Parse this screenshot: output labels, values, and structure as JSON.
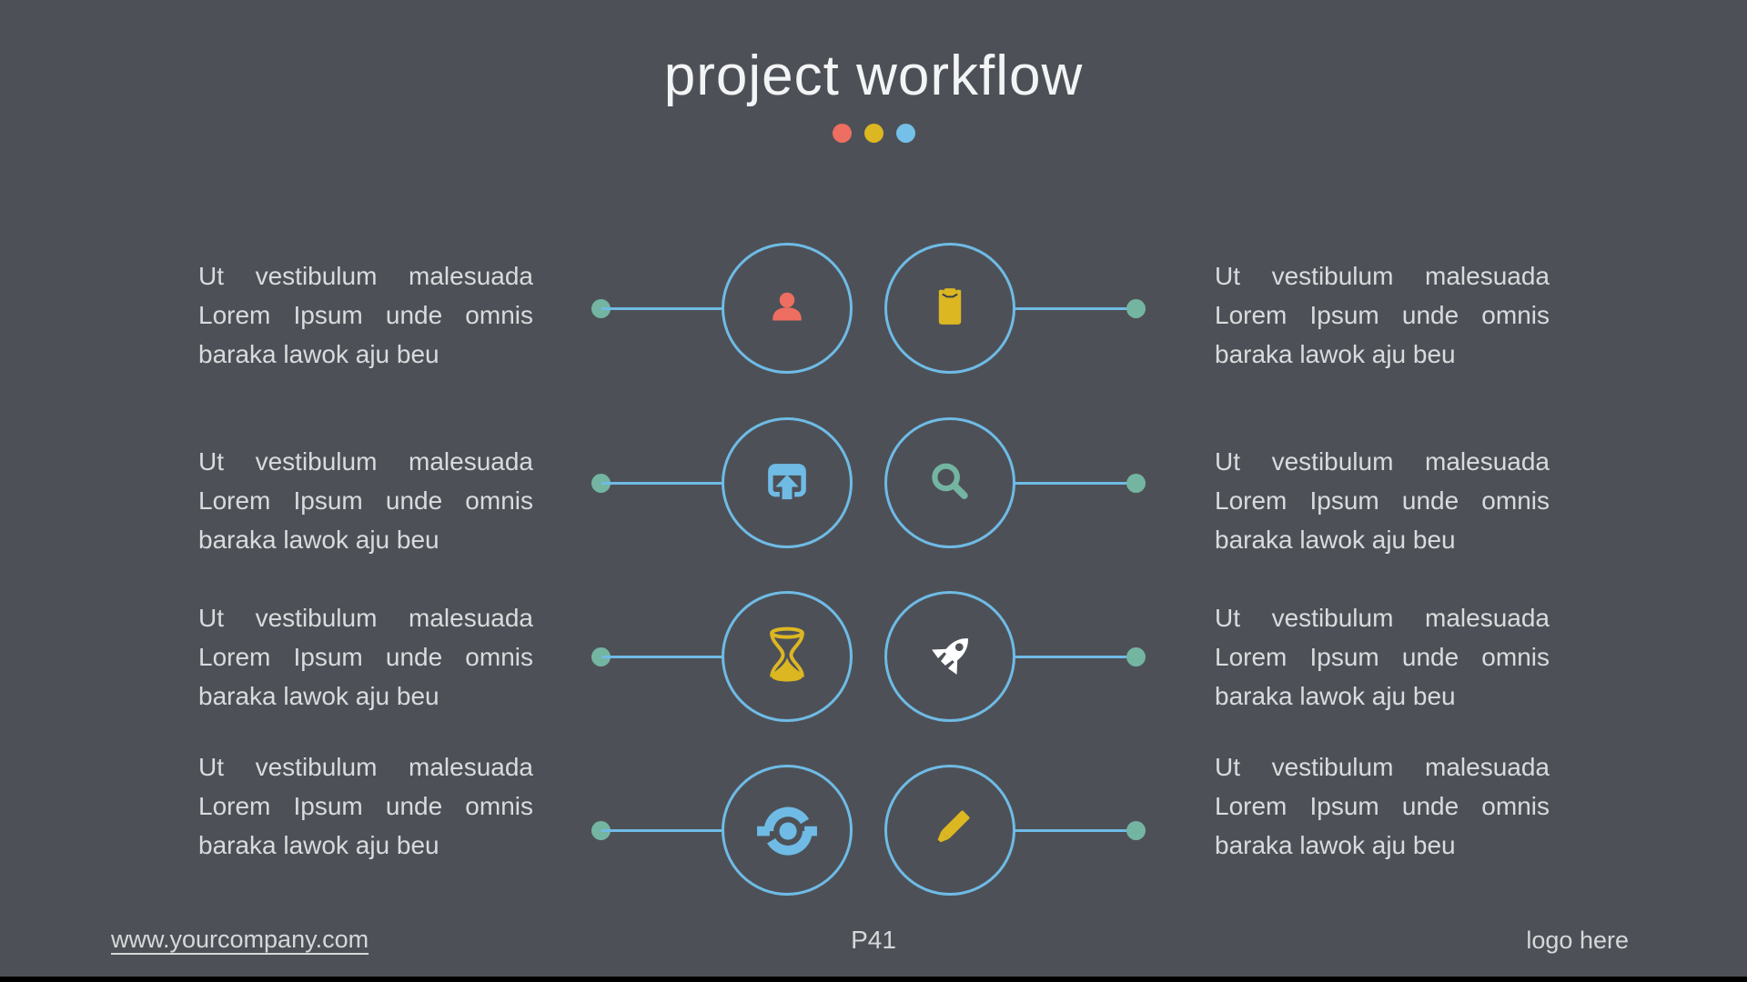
{
  "slide": {
    "title": "project workflow"
  },
  "colors": {
    "background": "#4d5157",
    "accent_coral": "#ee6e61",
    "accent_yellow": "#dcb722",
    "accent_blue": "#6fbbe6",
    "accent_teal": "#74b5a2",
    "accent_white": "#ffffff",
    "text_body": "#d9dbdd",
    "text_title": "#f3f4f5",
    "text_footer": "#d6d8d9"
  },
  "title_dots": [
    {
      "name": "red",
      "color": "#ee6e61"
    },
    {
      "name": "yellow",
      "color": "#dcb722"
    },
    {
      "name": "blue",
      "color": "#74c0e8"
    }
  ],
  "rows": [
    {
      "left_icon": "user",
      "right_icon": "clipboard",
      "left_text": "Ut vestibulum malesuada Lorem Ipsum unde omnis baraka lawok aju beu",
      "right_text": "Ut vestibulum malesuada Lorem Ipsum unde omnis baraka lawok aju beu"
    },
    {
      "left_icon": "open-window-upload",
      "right_icon": "search",
      "left_text": "Ut vestibulum malesuada Lorem Ipsum unde omnis baraka lawok aju beu",
      "right_text": "Ut vestibulum malesuada Lorem Ipsum unde omnis baraka lawok aju beu"
    },
    {
      "left_icon": "hourglass",
      "right_icon": "rocket",
      "left_text": "Ut vestibulum malesuada Lorem Ipsum unde omnis baraka lawok aju beu",
      "right_text": "Ut vestibulum malesuada Lorem Ipsum unde omnis baraka lawok aju beu"
    },
    {
      "left_icon": "sync",
      "right_icon": "pencil",
      "left_text": "Ut vestibulum malesuada Lorem Ipsum unde omnis baraka lawok aju beu",
      "right_text": "Ut vestibulum malesuada Lorem Ipsum unde omnis baraka lawok aju beu"
    }
  ],
  "footer": {
    "website": "www.yourcompany.com",
    "page_number": "P41",
    "logo_placeholder": "logo here"
  }
}
